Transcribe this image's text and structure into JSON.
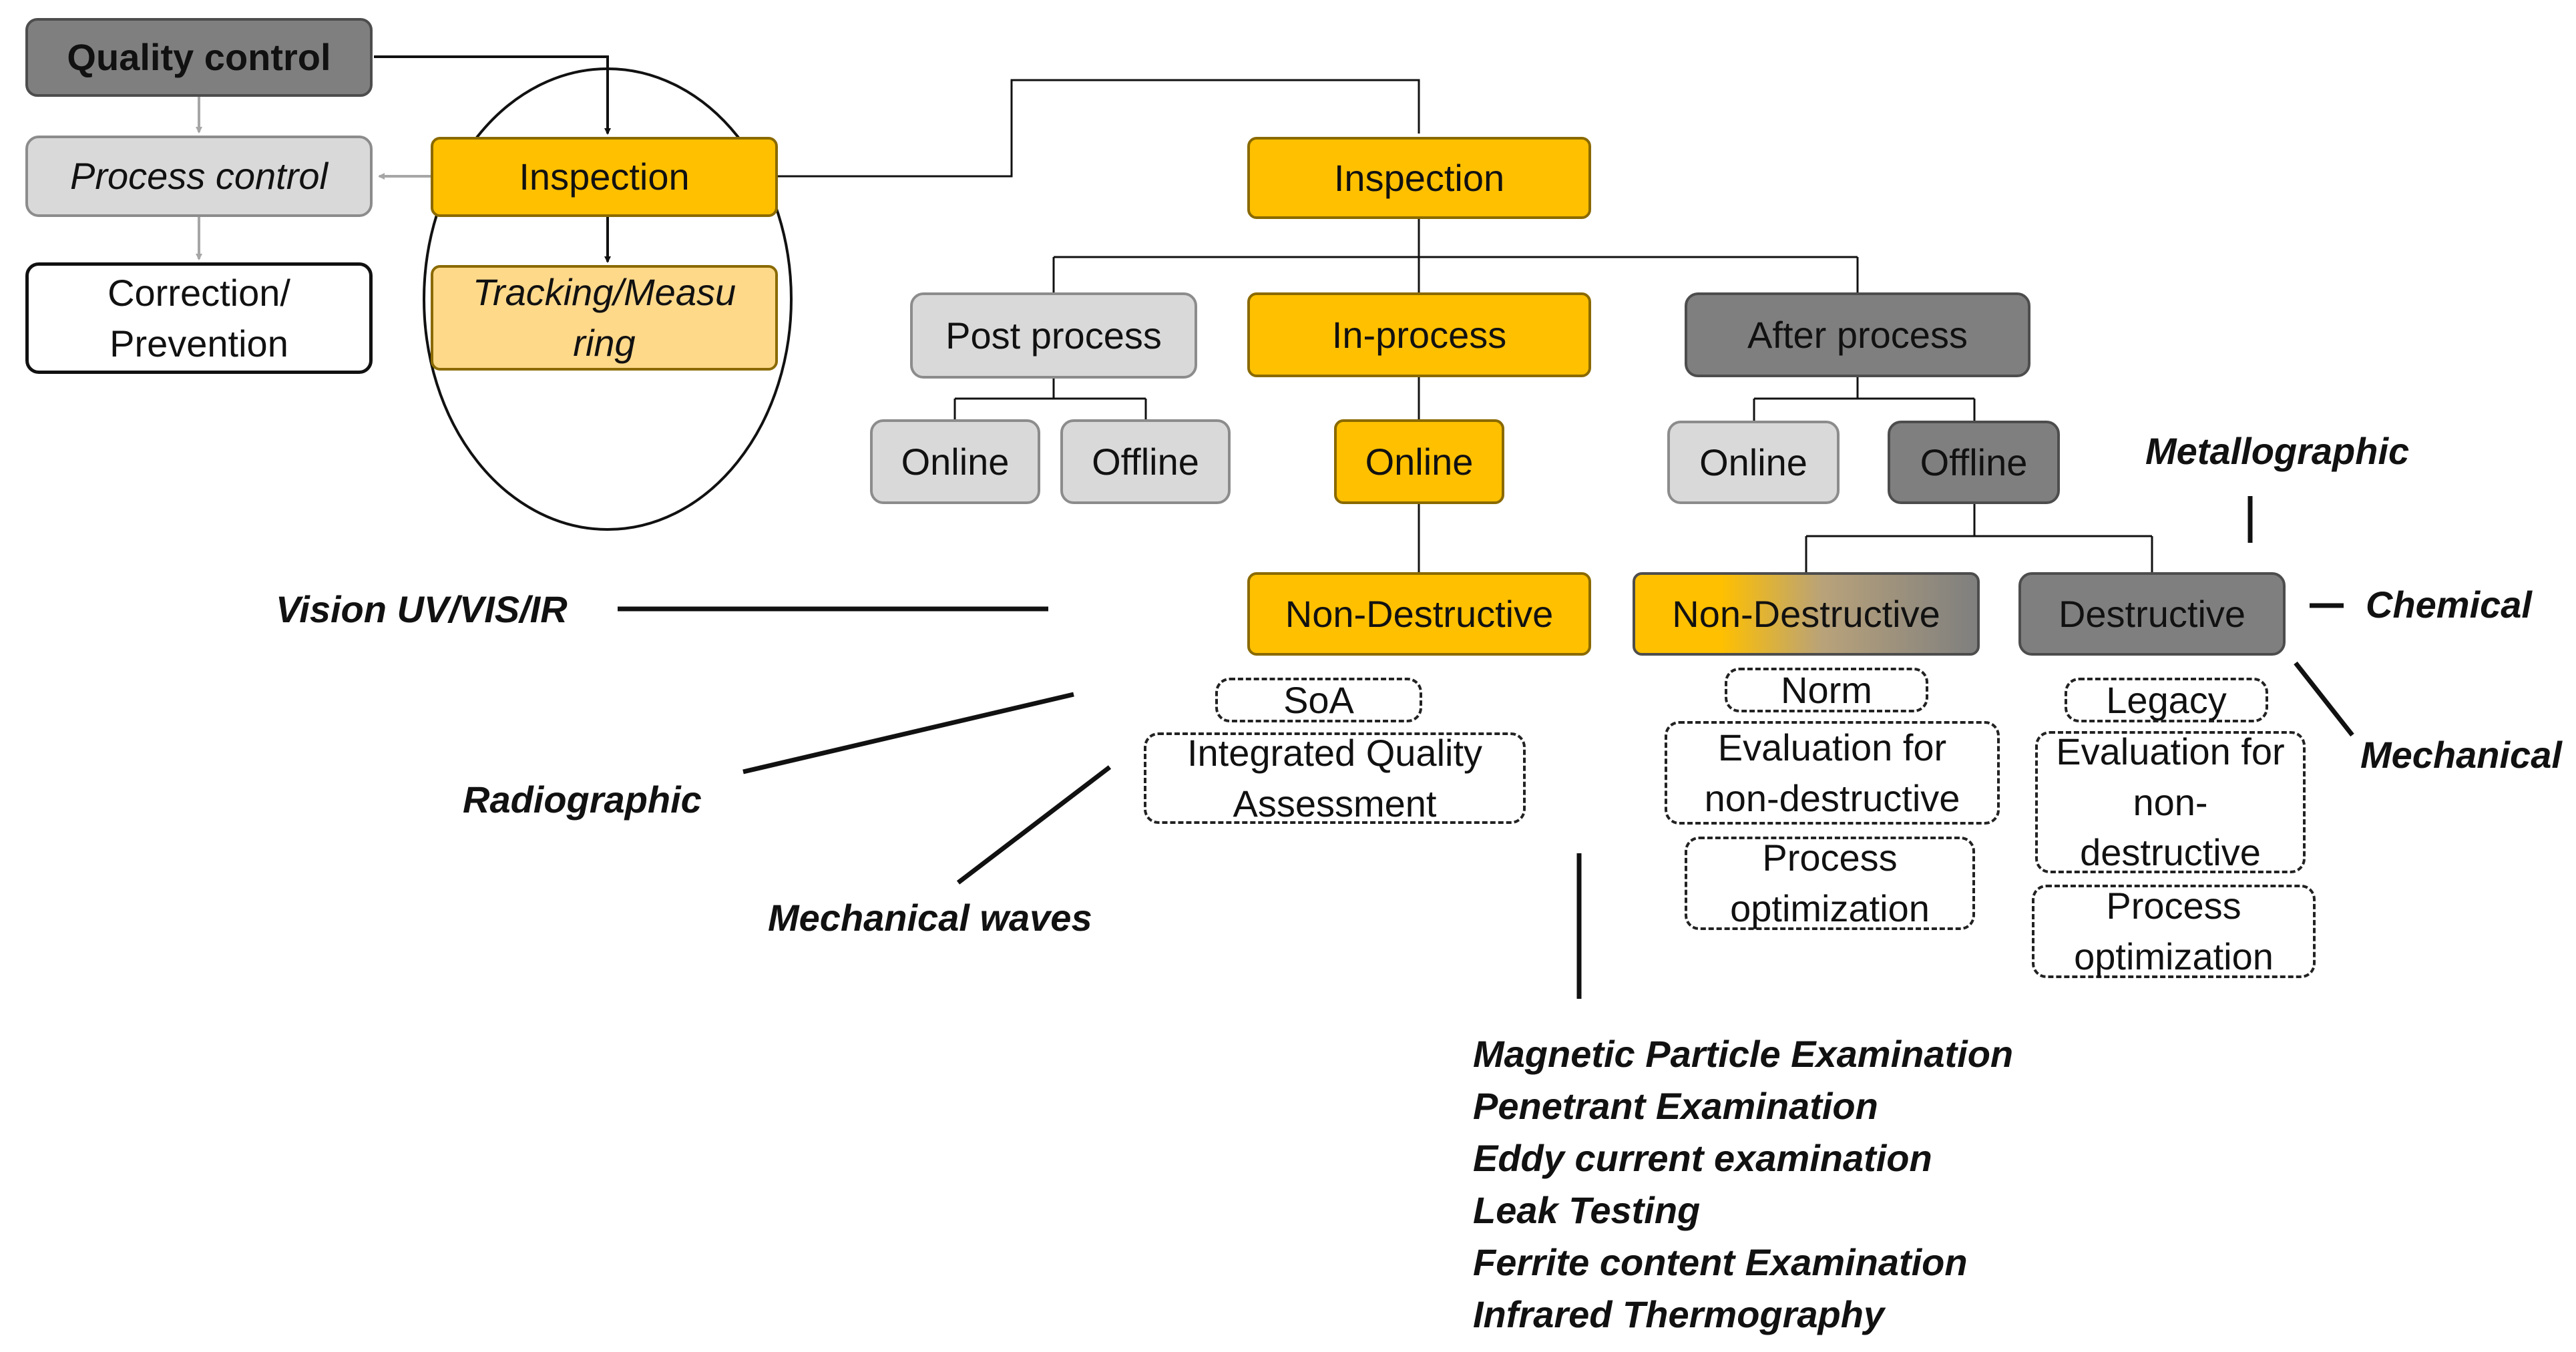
{
  "left_panel": {
    "quality_control": "Quality control",
    "process_control": "Process control",
    "correction_prevention": "Correction/ Prevention",
    "inspection": "Inspection",
    "tracking_measuring": "Tracking/Measu ring"
  },
  "tree": {
    "root": "Inspection",
    "post_process": "Post process",
    "in_process": "In-process",
    "after_process": "After process",
    "post_online": "Online",
    "post_offline": "Offline",
    "in_online": "Online",
    "after_online": "Online",
    "after_offline": "Offline",
    "in_non_destructive": "Non-Destructive",
    "after_non_destructive": "Non-Destructive",
    "destructive": "Destructive"
  },
  "dashed_notes": {
    "soa": "SoA",
    "integrated_quality": "Integrated Quality Assessment",
    "norm": "Norm",
    "evaluation_nd": "Evaluation for non-destructive",
    "process_opt_1": "Process optimization",
    "legacy": "Legacy",
    "evaluation_non_destructive": "Evaluation for non-destructive",
    "process_opt_2": "Process optimization"
  },
  "methods": {
    "vision": "Vision UV/VIS/IR",
    "radiographic": "Radiographic",
    "mechanical_waves": "Mechanical waves",
    "metallographic": "Metallographic",
    "chemical": "Chemical",
    "mechanical": "Mechanical"
  },
  "ndt_list": [
    "Magnetic Particle Examination",
    "Penetrant Examination",
    "Eddy current examination",
    "Leak Testing",
    "Ferrite content Examination",
    "Infrared Thermography"
  ],
  "colors": {
    "orange": "#FFC000",
    "light_orange": "#FFD98A",
    "light_grey": "#D9D9D9",
    "dark_grey": "#7F7F7F"
  }
}
